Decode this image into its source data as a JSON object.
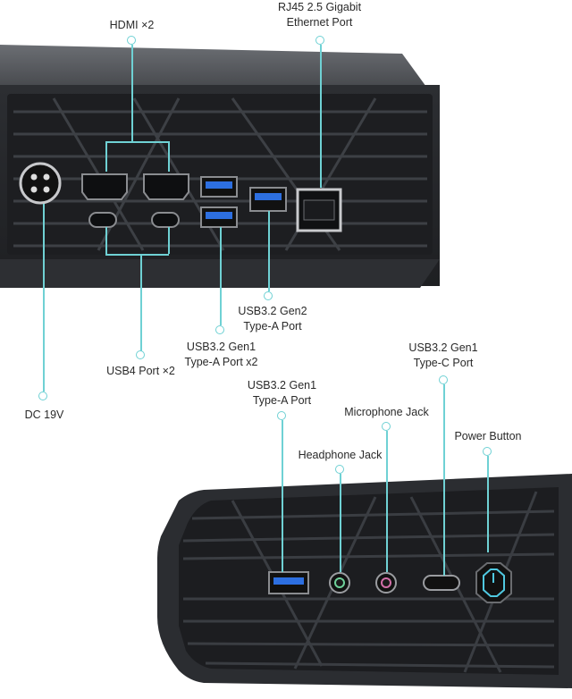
{
  "back_panel": {
    "labels": {
      "hdmi": "HDMI ×2",
      "rj45_line1": "RJ45  2.5 Gigabit",
      "rj45_line2": "Ethernet Port",
      "usb_gen2_line1": "USB3.2 Gen2",
      "usb_gen2_line2": "Type-A Port",
      "usb_gen1_line1": "USB3.2 Gen1",
      "usb_gen1_line2": "Type-A Port x2",
      "usb4": "USB4 Port ×2",
      "dc": "DC 19V"
    }
  },
  "front_panel": {
    "labels": {
      "usba_line1": "USB3.2 Gen1",
      "usba_line2": "Type-A Port",
      "headphone": "Headphone Jack",
      "microphone": "Microphone Jack",
      "usbc_line1": "USB3.2 Gen1",
      "usbc_line2": "Type-C Port",
      "power": "Power Button"
    }
  },
  "colors": {
    "accent_line": "#6fd1d4",
    "usb_blue": "#2d6fe0",
    "device_body": "#2b2d31"
  }
}
